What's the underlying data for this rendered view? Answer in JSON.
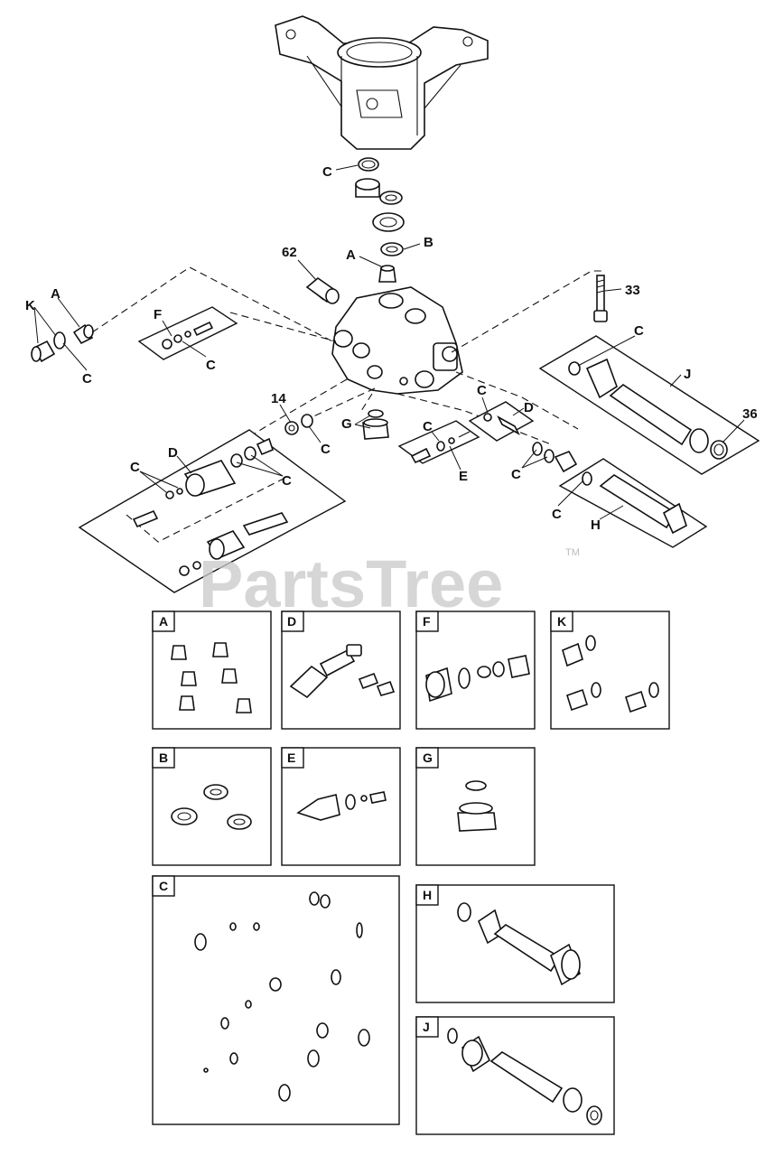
{
  "watermark": {
    "text": "PartsTree",
    "trademark": "TM"
  },
  "callouts": {
    "c_top": "C",
    "b_top": "B",
    "a_top": "A",
    "n62": "62",
    "n33": "33",
    "a_left": "A",
    "k_left": "K",
    "c_left": "C",
    "f_kit": "F",
    "c_f": "C",
    "c_right": "C",
    "j_kit": "J",
    "n36": "36",
    "n14": "14",
    "c_14": "C",
    "g_mid": "G",
    "c_e": "C",
    "e_kit": "E",
    "c_d_small": "C",
    "d_small": "D",
    "c_h1": "C",
    "c_h2": "C",
    "h_kit": "H",
    "d_left": "D",
    "c_d1": "C",
    "c_d2": "C"
  },
  "kits": {
    "A": "A",
    "D": "D",
    "F": "F",
    "K": "K",
    "B": "B",
    "E": "E",
    "G": "G",
    "C": "C",
    "H": "H",
    "J": "J"
  },
  "colors": {
    "line": "#111111",
    "watermark": "#c9c9c9"
  }
}
